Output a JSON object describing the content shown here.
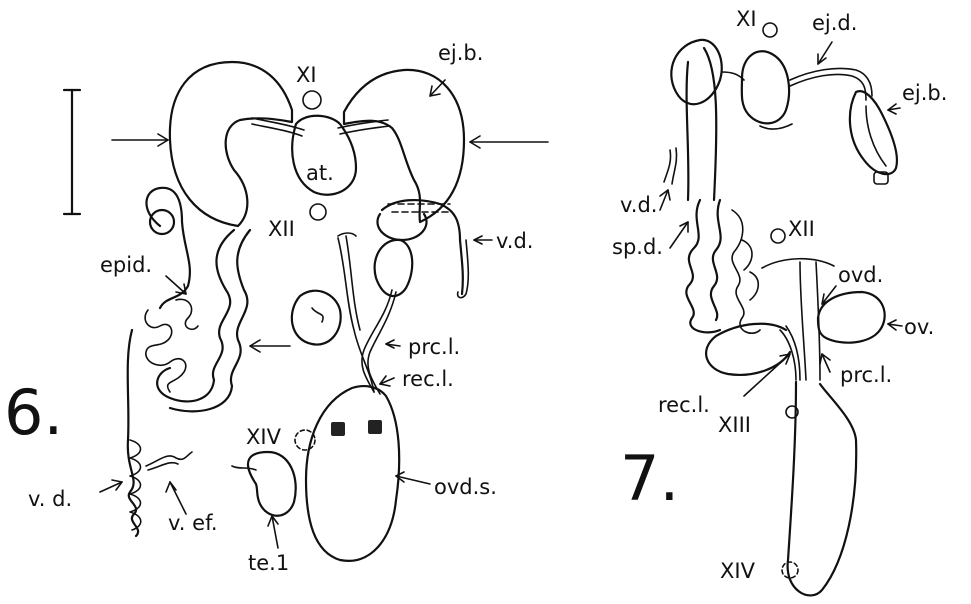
{
  "figure_6": {
    "number": "6.",
    "labels": {
      "XI": "XI",
      "XII": "XII",
      "XIV": "XIV",
      "ej_b": "ej.b.",
      "at": "at.",
      "epid": "epid.",
      "v_d_right": "v.d.",
      "v_d_left": "v. d.",
      "v_ef": "v. ef.",
      "prc_l": "prc.l.",
      "rec_l": "rec.l.",
      "ovd_s": "ovd.s.",
      "te_1": "te.1"
    }
  },
  "figure_7": {
    "number": "7.",
    "labels": {
      "XI": "XI",
      "XII": "XII",
      "XIII": "XIII",
      "XIV": "XIV",
      "ej_d": "ej.d.",
      "ej_b": "ej.b.",
      "v_d": "v.d.",
      "sp_d": "sp.d.",
      "ovd": "ovd.",
      "ov": "ov.",
      "prc_l": "prc.l.",
      "rec_l": "rec.l."
    }
  },
  "colors": {
    "ink": "#111111",
    "paper": "#ffffff"
  }
}
